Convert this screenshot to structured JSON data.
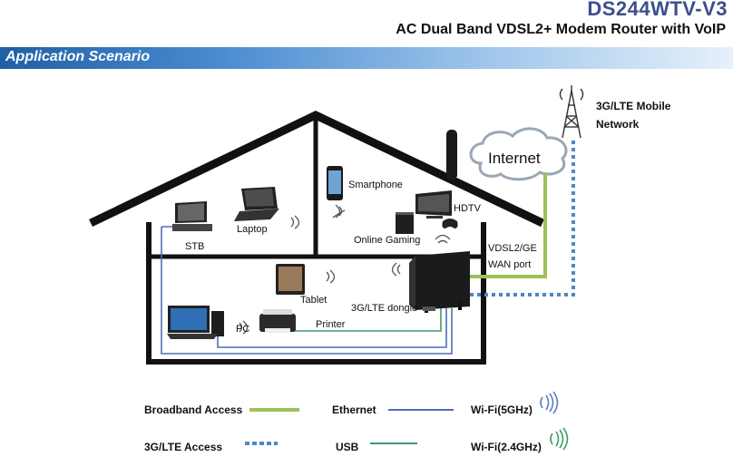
{
  "header": {
    "model": "DS244WTV-V3",
    "subtitle": "AC Dual Band VDSL2+ Modem Router with VoIP"
  },
  "section": {
    "title": "Application Scenario"
  },
  "diagram": {
    "internet": "Internet",
    "tower_line1": "3G/LTE Mobile",
    "tower_line2": "Network",
    "wan_line1": "VDSL2/GE",
    "wan_line2": "WAN port",
    "devices": {
      "smartphone": "Smartphone",
      "hdtv": "HDTV",
      "online_gaming": "Online Gaming",
      "stb": "STB",
      "laptop": "Laptop",
      "tablet": "Tablet",
      "dongle": "3G/LTE dongle",
      "pc": "PC",
      "printer": "Printer"
    }
  },
  "legend": {
    "broadband": "Broadband Access",
    "ethernet": "Ethernet",
    "wifi5": "Wi-Fi(5GHz)",
    "lte": "3G/LTE Access",
    "usb": "USB",
    "wifi24": "Wi-Fi(2.4GHz)"
  },
  "colors": {
    "broadband": "#9bc25b",
    "ethernet": "#4a6fb5",
    "usb": "#3f9a6a",
    "lte": "#4f86c6",
    "header_blue": "#1f5fa6"
  }
}
